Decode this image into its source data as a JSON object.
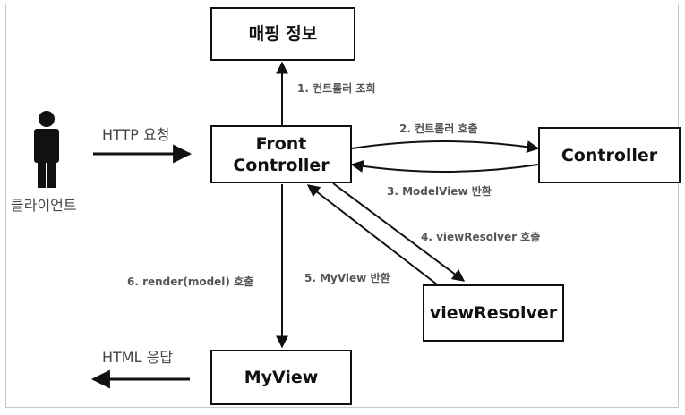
{
  "boxes": {
    "mapping": "매핑 정보",
    "front": "Front\nController",
    "controller": "Controller",
    "resolver": "viewResolver",
    "myview": "MyView"
  },
  "actor": {
    "label": "클라이언트"
  },
  "flows": {
    "http_request": "HTTP 요청",
    "html_response": "HTML 응답",
    "step1": "1. 컨트롤러 조회",
    "step2": "2. 컨트롤러 호출",
    "step3": "3. ModelView 반환",
    "step4": "4. viewResolver 호출",
    "step5": "5. MyView 반환",
    "step6": "6. render(model) 호출"
  }
}
